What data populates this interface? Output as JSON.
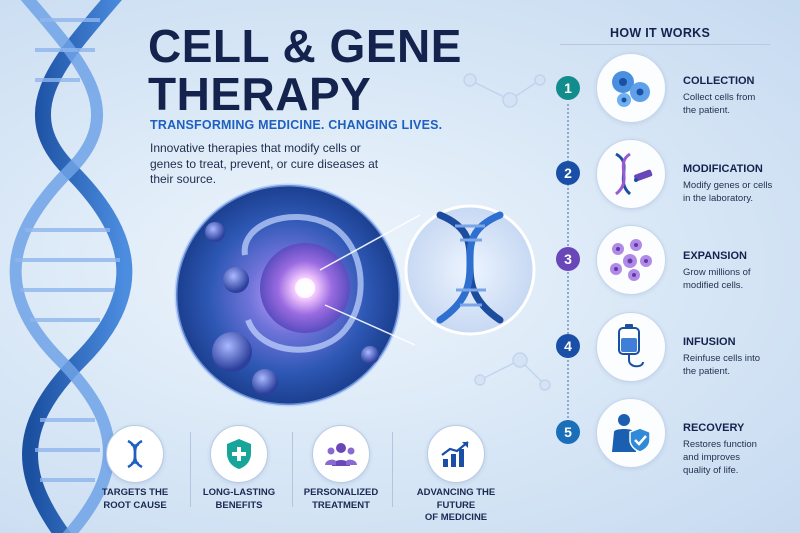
{
  "title": {
    "line1": "CELL & GENE",
    "line2": "THERAPY"
  },
  "tagline": "TRANSFORMING MEDICINE. CHANGING LIVES.",
  "description": "Innovative therapies that modify cells or genes to treat, prevent, or cure diseases at their source.",
  "benefits": [
    {
      "icon": "dna-icon",
      "line1": "TARGETS THE",
      "line2": "ROOT CAUSE"
    },
    {
      "icon": "shield-plus-icon",
      "line1": "LONG-LASTING",
      "line2": "BENEFITS"
    },
    {
      "icon": "people-icon",
      "line1": "PERSONALIZED",
      "line2": "TREATMENT"
    },
    {
      "icon": "growth-chart-icon",
      "line1": "ADVANCING THE FUTURE",
      "line2": "OF MEDICINE"
    }
  ],
  "how_it_works": {
    "heading": "HOW IT WORKS",
    "steps": [
      {
        "number": "1",
        "title": "COLLECTION",
        "line1": "Collect cells from",
        "line2": "the patient.",
        "icon": "cells-icon",
        "color": "#138c8c"
      },
      {
        "number": "2",
        "title": "MODIFICATION",
        "line1": "Modify genes or cells",
        "line2": "in the laboratory.",
        "icon": "dna-edit-icon",
        "color": "#1a4fa8"
      },
      {
        "number": "3",
        "title": "EXPANSION",
        "line1": "Grow millions of",
        "line2": "modified cells.",
        "icon": "cell-cluster-icon",
        "color": "#6a47b8"
      },
      {
        "number": "4",
        "title": "INFUSION",
        "line1": "Reinfuse cells into",
        "line2": "the patient.",
        "icon": "iv-bag-icon",
        "color": "#1a4fa8"
      },
      {
        "number": "5",
        "title": "RECOVERY",
        "line1": "Restores function",
        "line2": "and improves",
        "line3": "quality of life.",
        "icon": "person-shield-icon",
        "color": "#1a6fb8"
      }
    ]
  },
  "colors": {
    "navy": "#14234d",
    "accent_blue": "#1f5fc0",
    "teal": "#138c8c",
    "purple": "#6a47b8"
  }
}
